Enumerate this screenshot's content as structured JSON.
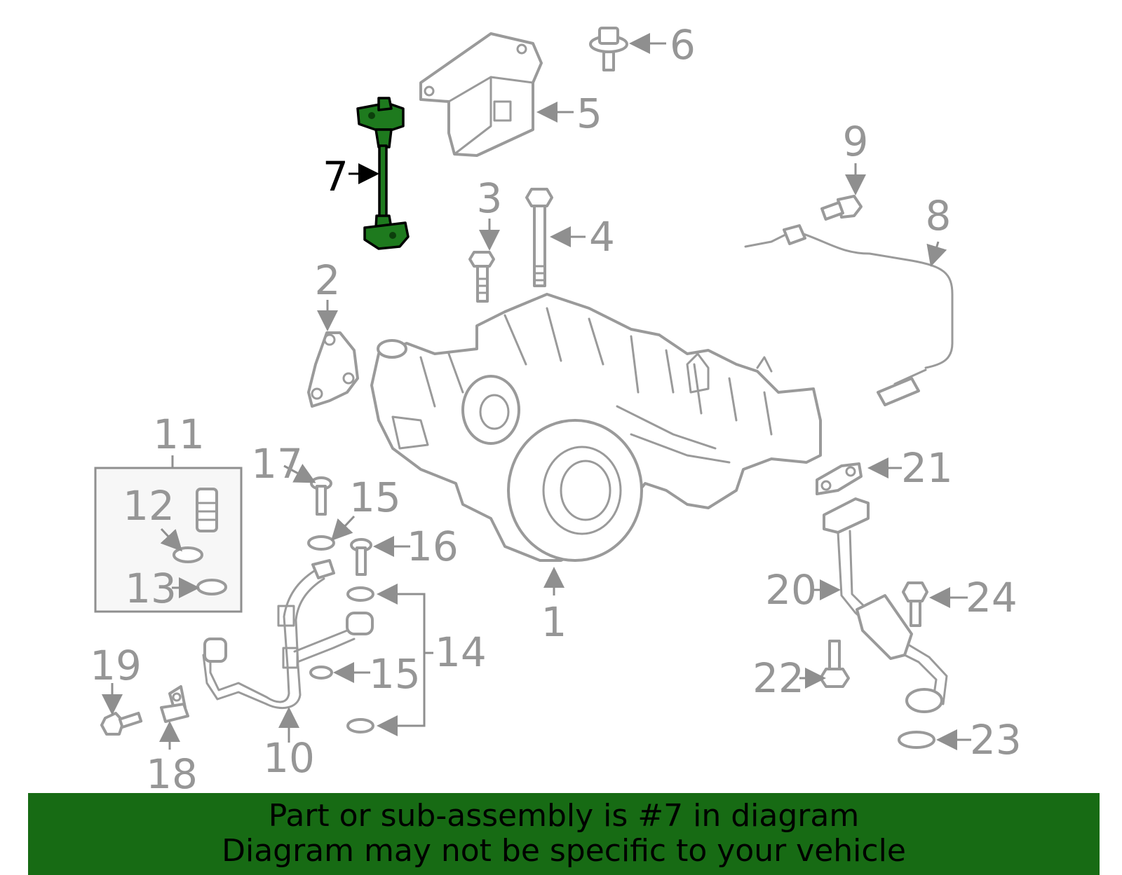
{
  "banner": {
    "line1": "Part or sub-assembly is #7 in diagram",
    "line2": "Diagram may not be specific to your vehicle",
    "background": "#176b14"
  },
  "highlight": {
    "part_number": "7",
    "color": "#1e7a1e"
  },
  "callouts": {
    "c1": "1",
    "c2": "2",
    "c3": "3",
    "c4": "4",
    "c5": "5",
    "c6": "6",
    "c7": "7",
    "c8": "8",
    "c9": "9",
    "c10": "10",
    "c11": "11",
    "c12": "12",
    "c13": "13",
    "c14": "14",
    "c15a": "15",
    "c15b": "15",
    "c16": "16",
    "c17": "17",
    "c18": "18",
    "c19": "19",
    "c20": "20",
    "c21": "21",
    "c22": "22",
    "c23": "23",
    "c24": "24"
  }
}
